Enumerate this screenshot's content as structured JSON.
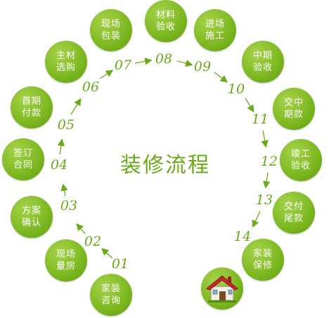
{
  "title": "装修流程",
  "steps": [
    {
      "num": "01",
      "label": "家装咨询"
    },
    {
      "num": "02",
      "label": "现场量房"
    },
    {
      "num": "03",
      "label": "方案确认"
    },
    {
      "num": "04",
      "label": "签订合同"
    },
    {
      "num": "05",
      "label": "首期付款"
    },
    {
      "num": "06",
      "label": "主材选购"
    },
    {
      "num": "07",
      "label": "现场包装"
    },
    {
      "num": "08",
      "label": "材料验收"
    },
    {
      "num": "09",
      "label": "进场施工"
    },
    {
      "num": "10",
      "label": "中期验收"
    },
    {
      "num": "11",
      "label": "交中期款"
    },
    {
      "num": "12",
      "label": "竣工验收"
    },
    {
      "num": "13",
      "label": "交付尾款"
    },
    {
      "num": "14",
      "label": "家装保修"
    }
  ],
  "colors": {
    "accent": "#6aaa18",
    "circle": "#7fba22",
    "roof": "#c8282a"
  },
  "final_icon": "house-icon"
}
